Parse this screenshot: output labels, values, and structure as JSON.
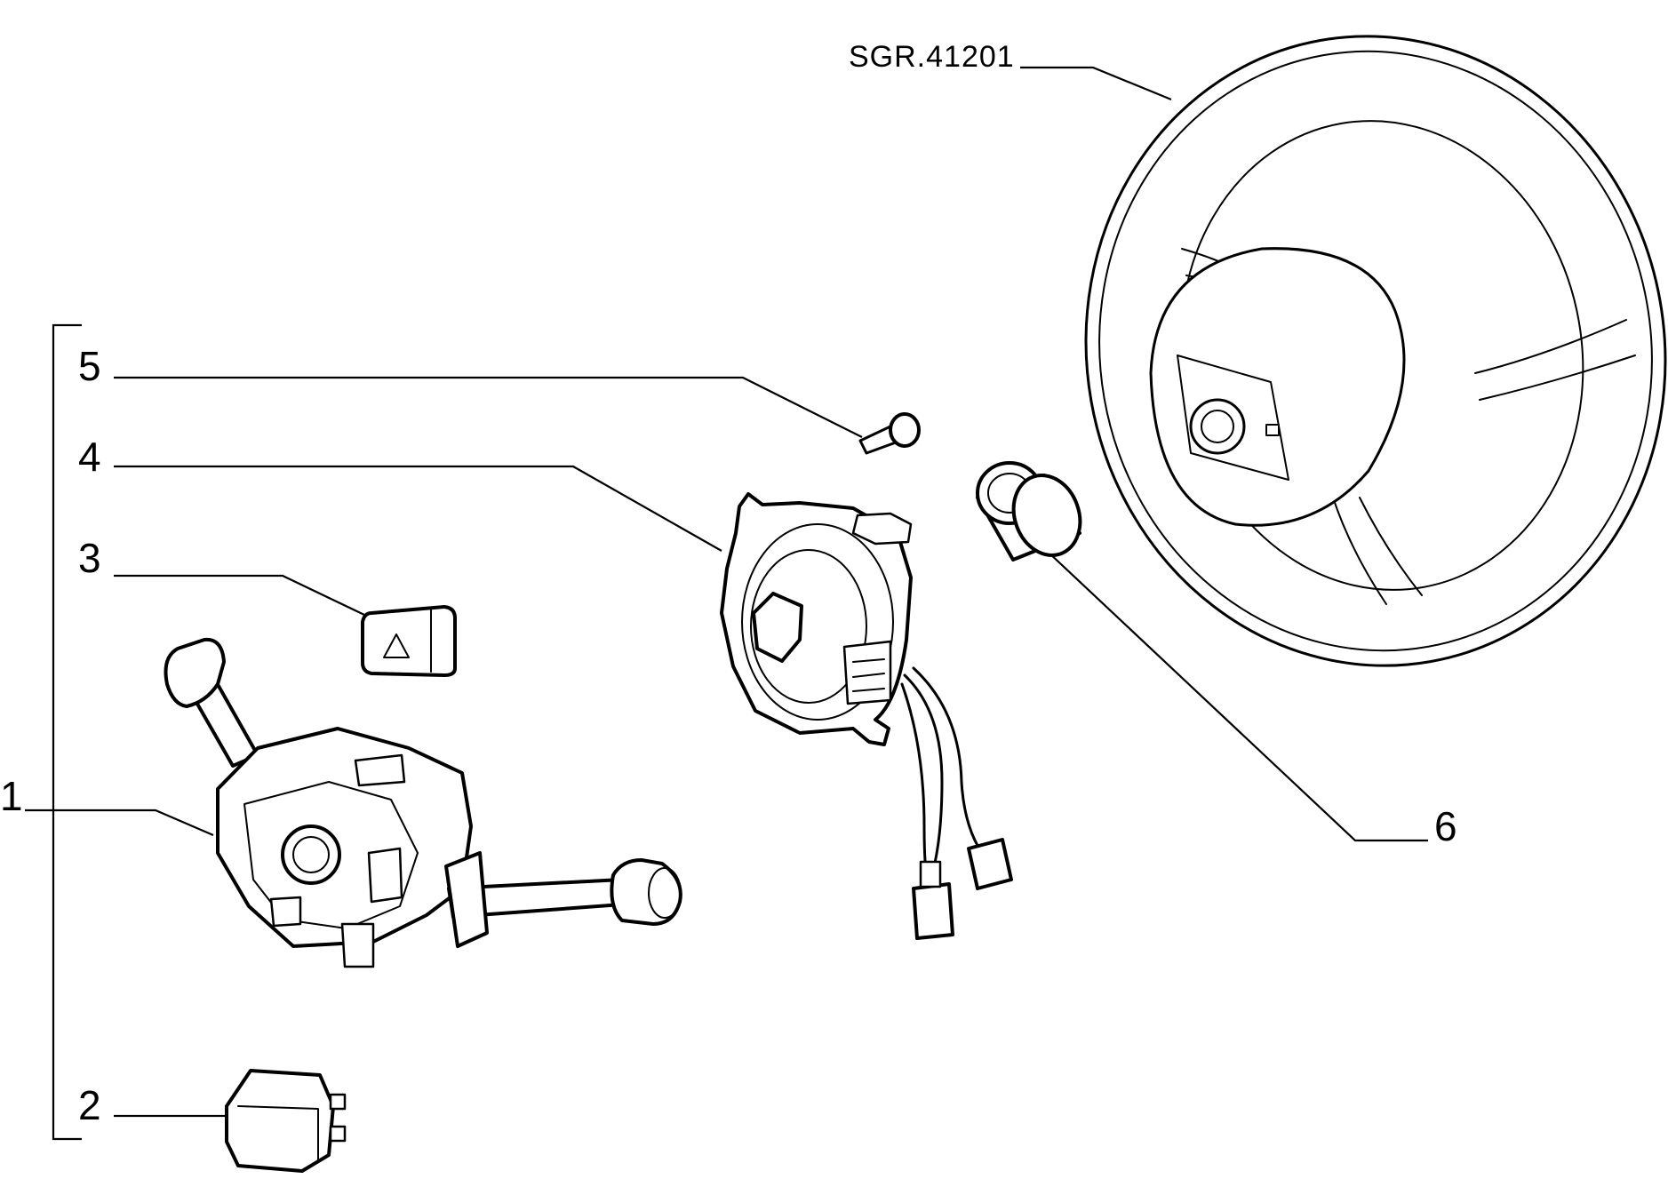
{
  "reference_code": "SGR.41201",
  "callouts": {
    "c1": "1",
    "c2": "2",
    "c3": "3",
    "c4": "4",
    "c5": "5",
    "c6": "6"
  },
  "icons": {
    "hazard_button_symbol": "warning-triangle"
  }
}
